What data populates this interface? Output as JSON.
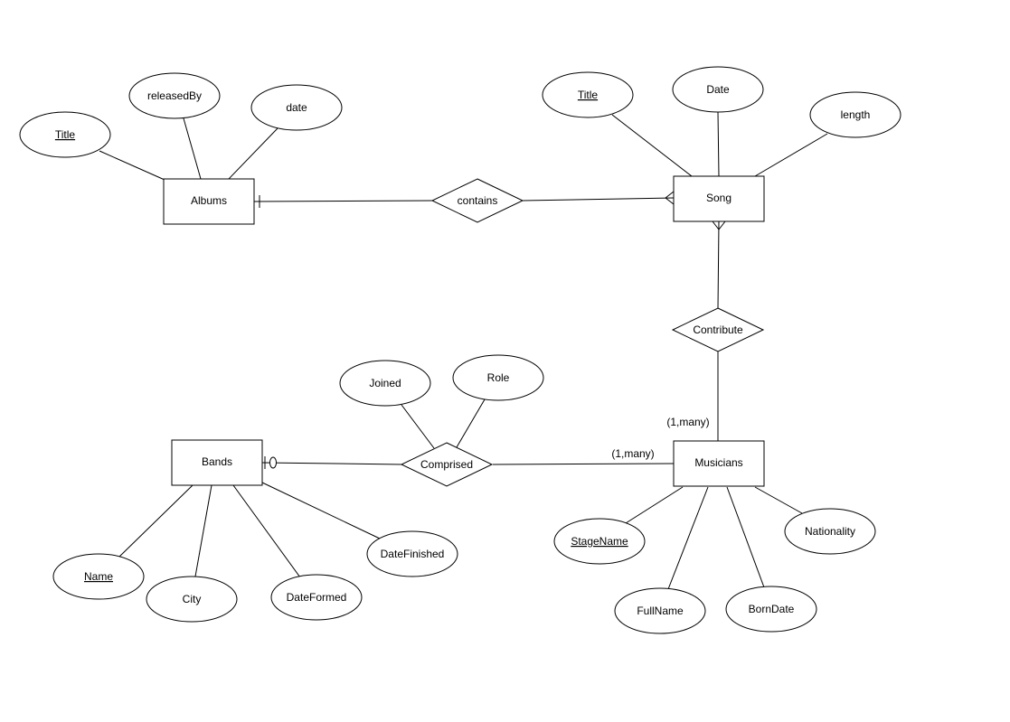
{
  "entities": {
    "albums": "Albums",
    "song": "Song",
    "bands": "Bands",
    "musicians": "Musicians"
  },
  "relationships": {
    "contains": "contains",
    "contribute": "Contribute",
    "comprised": "Comprised"
  },
  "attributes": {
    "album_title": "Title",
    "album_released_by": "releasedBy",
    "album_date": "date",
    "song_title": "Title",
    "song_date": "Date",
    "song_length": "length",
    "band_name": "Name",
    "band_city": "City",
    "band_date_formed": "DateFormed",
    "band_date_finished": "DateFinished",
    "comprised_joined": "Joined",
    "comprised_role": "Role",
    "musician_stage_name": "StageName",
    "musician_full_name": "FullName",
    "musician_born_date": "BornDate",
    "musician_nationality": "Nationality"
  },
  "cardinalities": {
    "musicians_contribute": "(1,many)",
    "musicians_comprised": "(1,many)"
  }
}
